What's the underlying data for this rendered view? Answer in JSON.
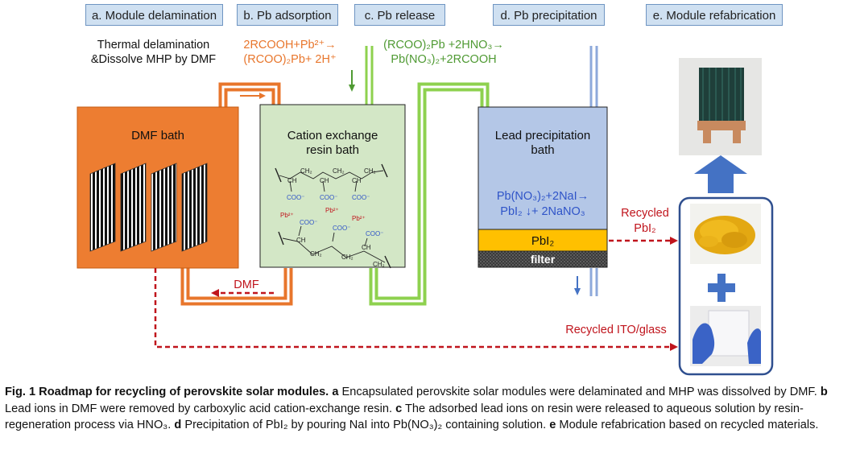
{
  "steps": {
    "a": "a. Module delamination",
    "b": "b. Pb adsorption",
    "c": "c. Pb release",
    "d": "d. Pb precipitation",
    "e": "e. Module refabrication"
  },
  "notes": {
    "a_line1": "Thermal delamination",
    "a_line2": "&Dissolve MHP by DMF",
    "b_line1": "2RCOOH+Pb²⁺→",
    "b_line2": "(RCOO)₂Pb+ 2H⁺",
    "c_line1": "(RCOO)₂Pb +2HNO₃→",
    "c_line2": "Pb(NO₃)₂+2RCOOH"
  },
  "baths": {
    "dmf": "DMF bath",
    "resin_line1": "Cation exchange",
    "resin_line2": "resin bath",
    "lead_line1": "Lead precipitation",
    "lead_line2": "bath",
    "lead_eq1": "Pb(NO₃)₂+2NaI→",
    "lead_eq2": "PbI₂ ↓+ 2NaNO₃",
    "pbi2_layer": "PbI₂",
    "filter_layer": "filter"
  },
  "resin_structure": {
    "ch2_1": "CH₂",
    "ch_1": "CH",
    "ch2_2": "CH₂",
    "ch_2": "CH",
    "ch2_3": "CH₂",
    "ch_3": "CH",
    "coo_1": "COO⁻",
    "coo_2": "COO⁻",
    "coo_3": "COO⁻",
    "pb_1": "Pb²⁺",
    "pb_2": "Pb²⁺",
    "pb_3": "Pb²⁺",
    "coo_4": "COO⁻",
    "coo_5": "COO⁻",
    "coo_6": "COO⁻",
    "ch_4": "CH",
    "ch2_4": "CH₂",
    "ch2_5": "CH₂",
    "ch_5": "CH",
    "ch2_6": "CH₂"
  },
  "flows": {
    "dmf_return": "DMF",
    "recycled_pbi2_line1": "Recycled",
    "recycled_pbi2_line2": "PbI₂",
    "recycled_ito": "Recycled ITO/glass"
  },
  "caption": {
    "fig_label": "Fig. 1 Roadmap for recycling of perovskite solar modules.",
    "a_key": "a",
    "a_text": " Encapsulated perovskite solar modules were delaminated and MHP was dissolved by DMF. ",
    "b_key": "b",
    "b_text": " Lead ions in DMF were removed by carboxylic acid cation-exchange resin. ",
    "c_key": "c",
    "c_text": " The adsorbed lead ions on resin were released to aqueous solution by resin-regeneration process via HNO₃. ",
    "d_key": "d",
    "d_text": " Precipitation of PbI₂ by pouring NaI into Pb(NO₃)₂ containing solution. ",
    "e_key": "e",
    "e_text": " Module refabrication based on recycled materials."
  },
  "colors": {
    "orange": "#e8762c",
    "green_pipe": "#8ed14f",
    "resin_bg": "#d3e7c6",
    "lead_bg": "#b4c7e7",
    "pbi2": "#ffc000",
    "red_flow": "#c0141c",
    "blue": "#4472c4",
    "step_bg": "#cfe0f1"
  },
  "icons": [
    "solar-module-icon",
    "up-arrow-icon",
    "plus-icon",
    "down-arrow-icon",
    "right-arrow-icon"
  ]
}
